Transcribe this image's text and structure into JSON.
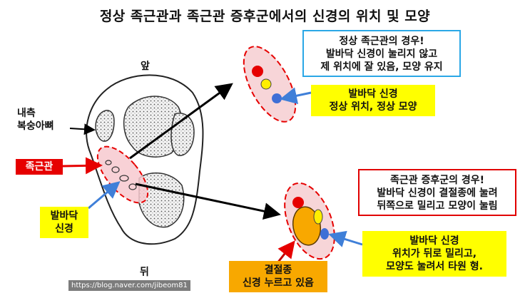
{
  "title": "정상 족근관과 족근관 증후군에서의 신경의 위치 및 모양",
  "labels": {
    "front": "앞",
    "back": "뒤",
    "bone_line1": "내측",
    "bone_line2": "복숭아뼈",
    "tunnel": "족근관",
    "nerve_line1": "발바닥",
    "nerve_line2": "신경"
  },
  "normal_box": {
    "line1": "정상 족근관의 경우!",
    "line2": "발바닥 신경이 눌리지 않고",
    "line3": "제 위치에 잘 있음, 모양 유지"
  },
  "normal_nerve": {
    "line1": "발바닥 신경",
    "line2": "정상 위치, 정상 모양"
  },
  "syndrome_box": {
    "line1": "족근관 증후군의 경우!",
    "line2": "발바닥 신경이 결절종에 눌려",
    "line3": "뒤쪽으로 밀리고 모양이 눌림"
  },
  "syndrome_nerve": {
    "line1": "발바닥 신경",
    "line2": "위치가 뒤로 밀리고,",
    "line3": "모양도 눌려서 타원 형."
  },
  "ganglion": {
    "line1": "결절종",
    "line2": "신경 누르고 있음"
  },
  "watermark": "https://blog.naver.com/jibeom81",
  "colors": {
    "highlight_yellow": "#ffff00",
    "red": "#e60000",
    "blue_frame": "#2aa7e6",
    "orange": "#f8a800",
    "nerve_blue": "#3f6fd6",
    "pink": "#f7d5d8"
  }
}
